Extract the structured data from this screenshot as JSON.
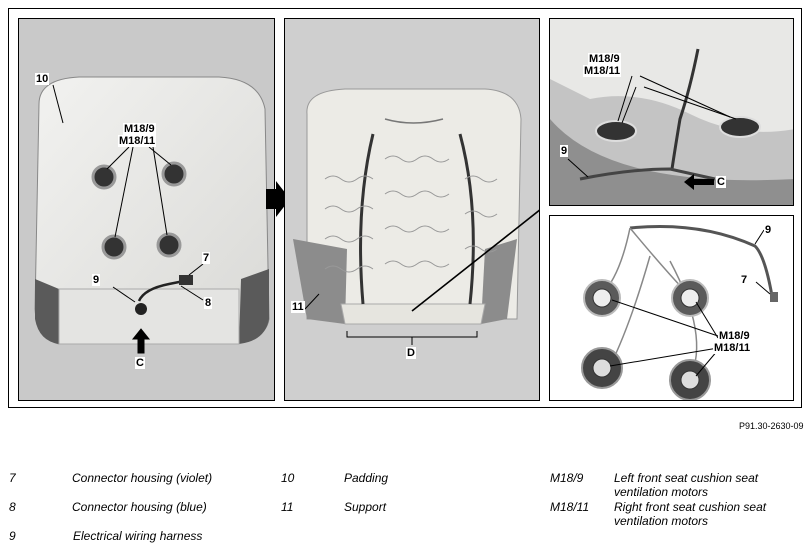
{
  "callouts": {
    "panel1": {
      "c10": "10",
      "m18_9": "M18/9",
      "m18_11": "M18/11",
      "c7": "7",
      "c9": "9",
      "c8": "8",
      "cC": "C"
    },
    "panel2": {
      "c11": "11",
      "cD": "D"
    },
    "panel3": {
      "m18_9": "M18/9",
      "m18_11": "M18/11",
      "c9": "9",
      "cC": "C"
    },
    "panel4": {
      "c9": "9",
      "c7": "7",
      "m18_9": "M18/9",
      "m18_11": "M18/11"
    }
  },
  "figure_ref": "P91.30-2630-09",
  "legend": [
    {
      "code": "7",
      "text": "Connector housing (violet)"
    },
    {
      "code": "8",
      "text": "Connector housing (blue)"
    },
    {
      "code": "9",
      "text": "Electrical wiring harness"
    },
    {
      "code": "10",
      "text": "Padding"
    },
    {
      "code": "11",
      "text": "Support"
    },
    {
      "code": "M18/9",
      "text": "Left front seat cushion seat ventilation motors"
    },
    {
      "code": "M18/11",
      "text": "Right front seat cushion seat ventilation motors"
    }
  ]
}
